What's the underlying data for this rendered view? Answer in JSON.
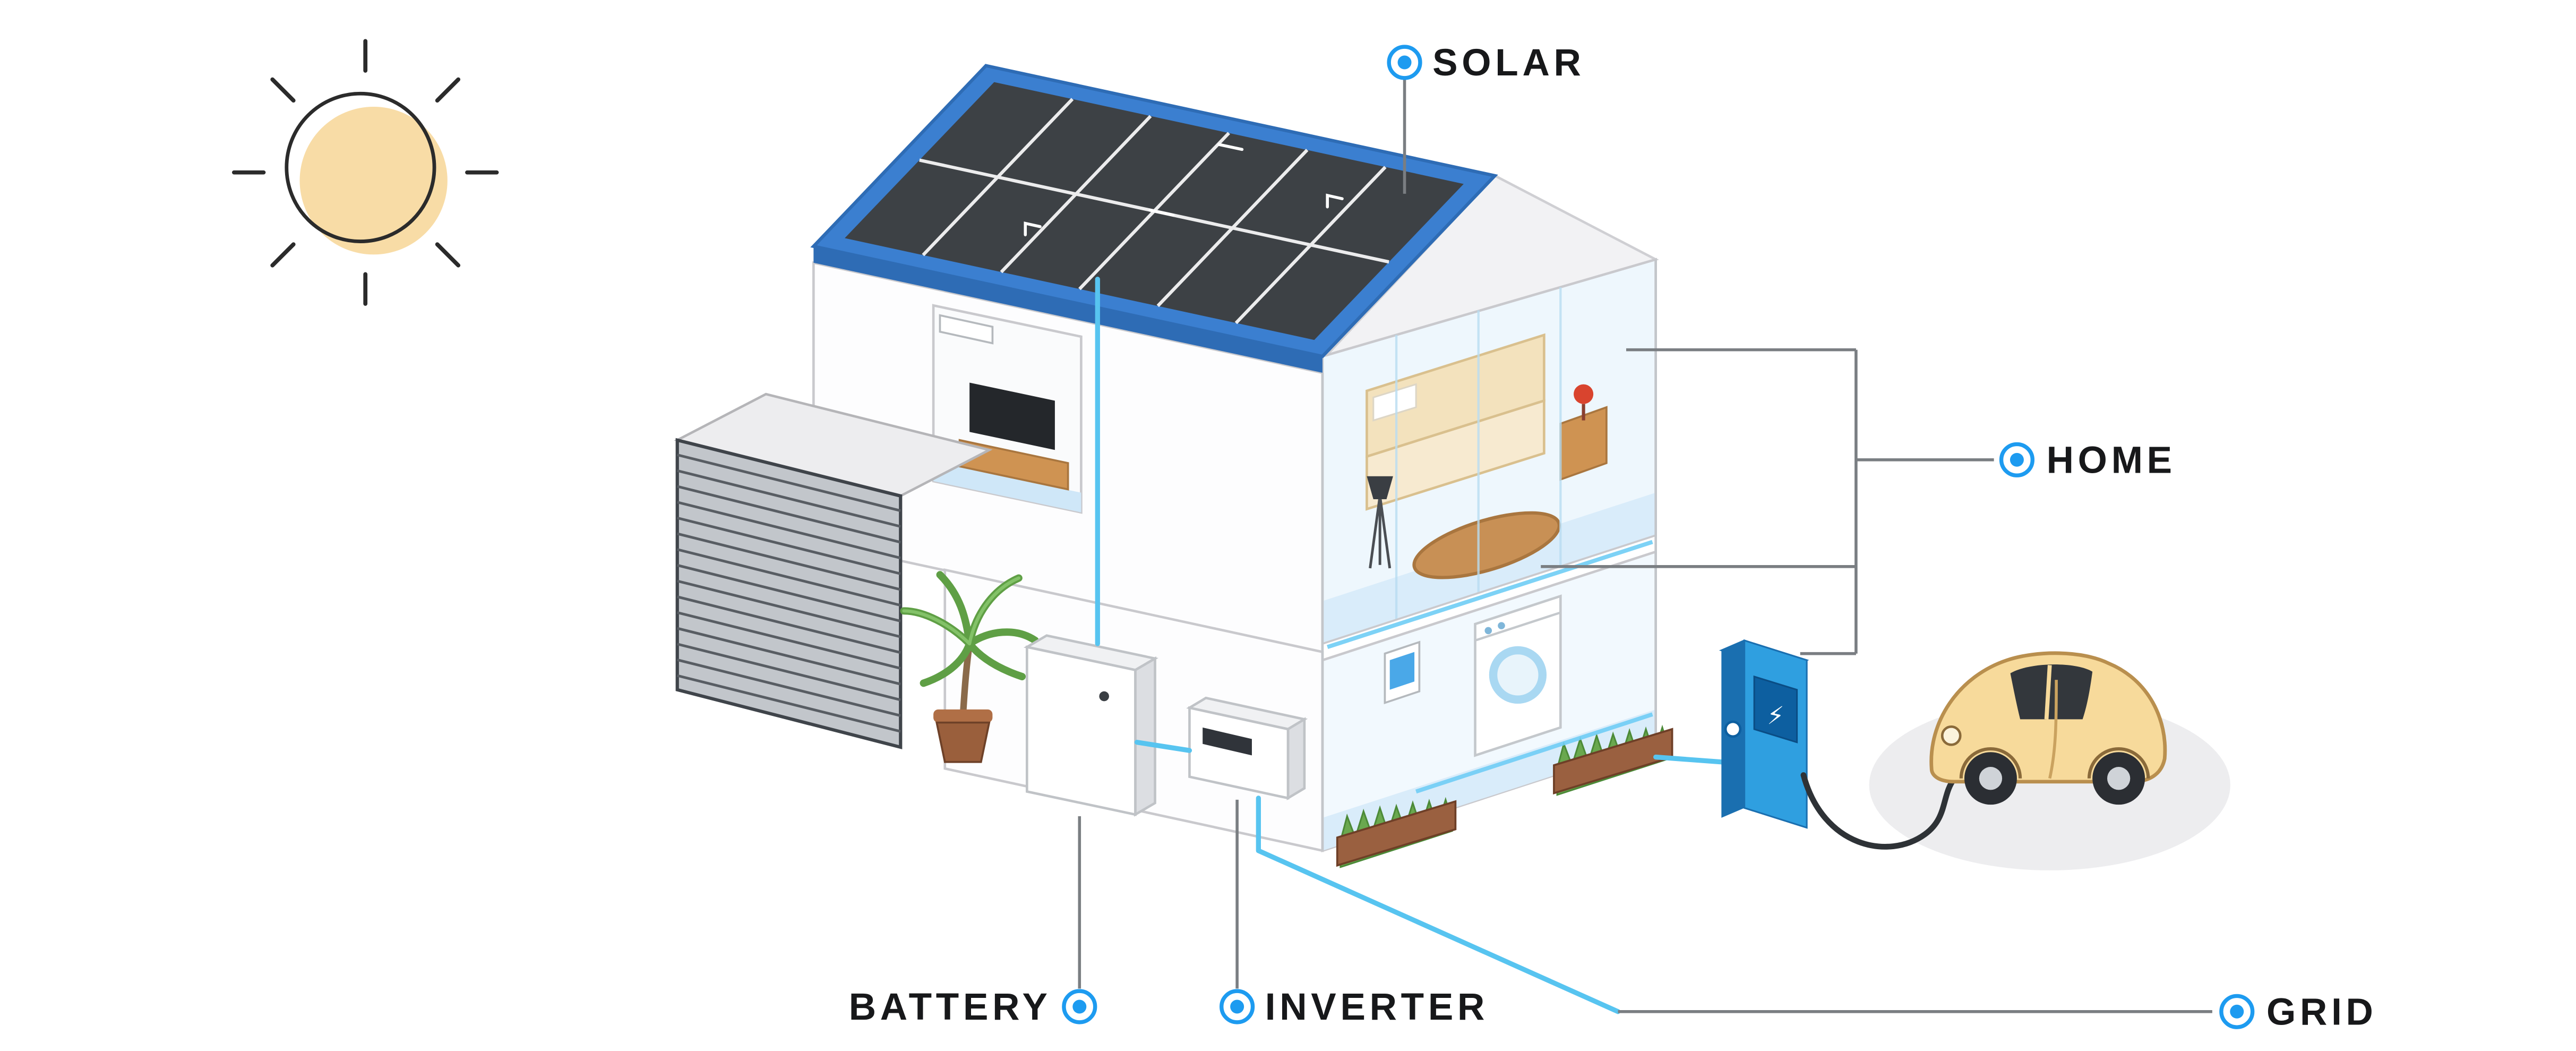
{
  "labels": {
    "solar": "SOLAR",
    "home": "HOME",
    "battery": "BATTERY",
    "inverter": "INVERTER",
    "grid": "GRID"
  },
  "charger": {
    "bolt_glyph": "⚡"
  },
  "icons": {
    "sun": "sun-icon",
    "label_marker": "blue-dot-marker-icon",
    "bolt": "lightning-bolt-icon"
  },
  "colors": {
    "accent_blue": "#1d9bf0",
    "roof_blue": "#3b7fd0",
    "roof_edge_blue": "#2e6cb5",
    "panel_dark": "#3d4145",
    "energy_line": "#57c4f0",
    "sun_fill": "#f8dca6",
    "car_body": "#f7da9b",
    "charger_blue": "#2f9fe0",
    "grass_green": "#6aa84f",
    "planter_brown": "#9a6040"
  }
}
